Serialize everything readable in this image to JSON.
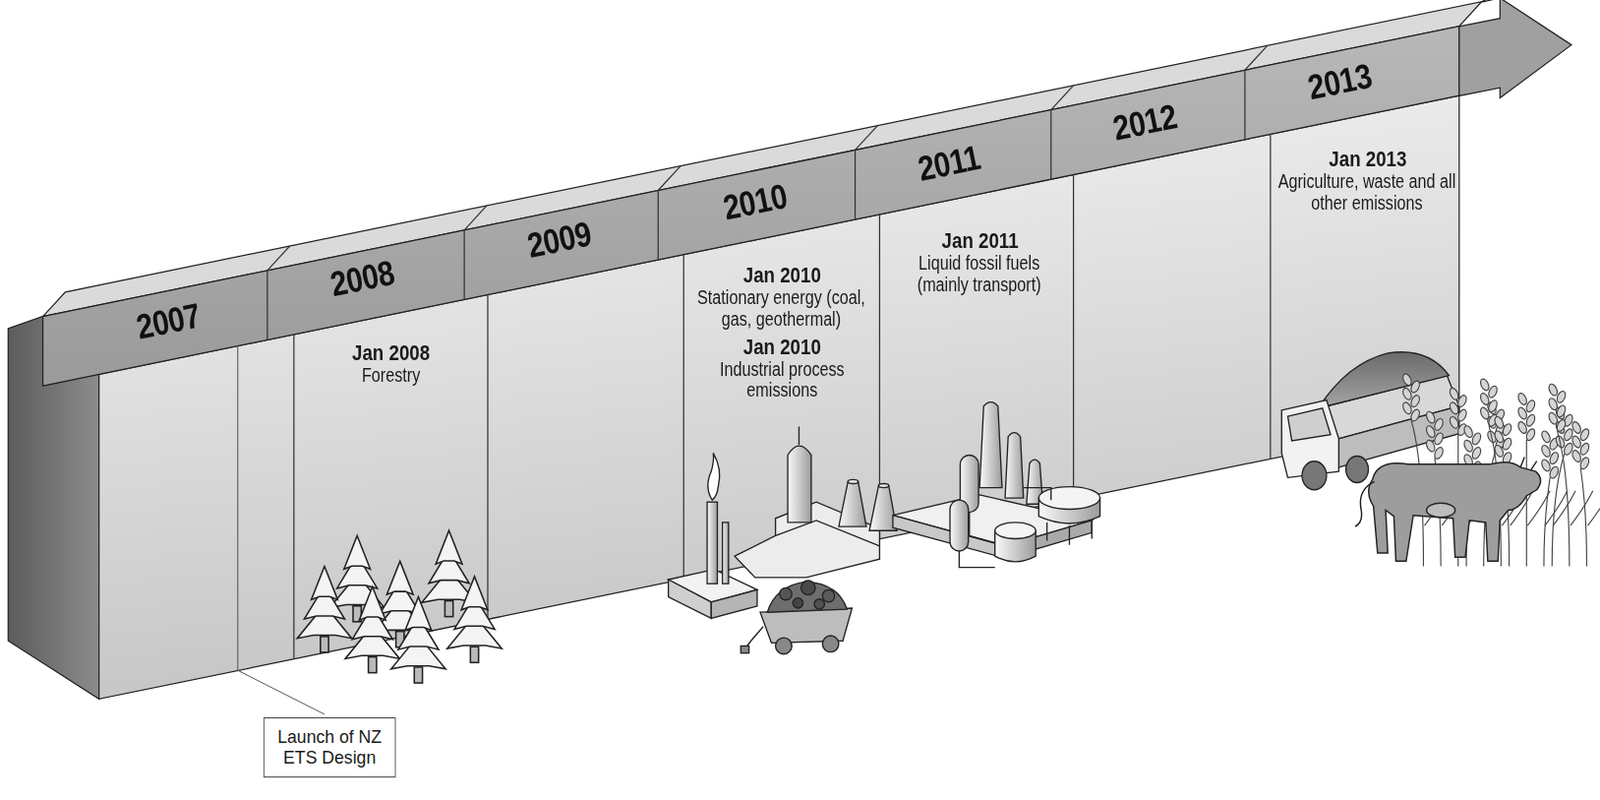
{
  "diagram": {
    "nodes": [
      {
        "text": [
          "2007"
        ]
      },
      {
        "text": [
          "2008"
        ]
      },
      {
        "text": [
          "2009"
        ]
      },
      {
        "text": [
          "2010"
        ]
      },
      {
        "text": [
          "2011"
        ]
      },
      {
        "text": [
          "2012"
        ]
      },
      {
        "text": [
          "2013"
        ]
      },
      {
        "text": [
          "Launch of NZ ETS Design"
        ]
      }
    ],
    "labels": [
      "Jan 2008",
      "Forestry",
      "Jan 2010",
      "Stationary energy (coal, gas, geothermal)",
      "Jan 2010",
      "Industrial process emissions",
      "Jan 2011",
      "Liquid fossil fuels (mainly transport)",
      "Jan 2013",
      "Agriculture, waste and all other emissions"
    ]
  }
}
